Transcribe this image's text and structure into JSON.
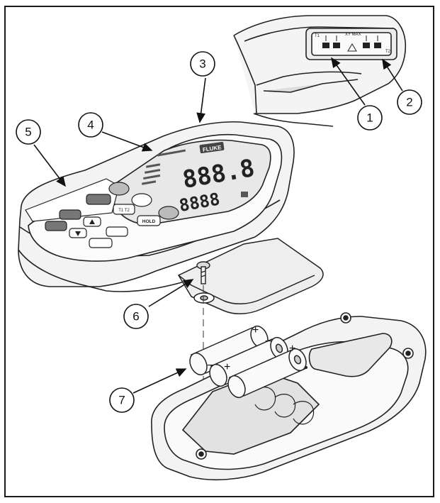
{
  "callouts": [
    {
      "id": "1",
      "label": "1"
    },
    {
      "id": "2",
      "label": "2"
    },
    {
      "id": "3",
      "label": "3"
    },
    {
      "id": "4",
      "label": "4"
    },
    {
      "id": "5",
      "label": "5"
    },
    {
      "id": "6",
      "label": "6"
    },
    {
      "id": "7",
      "label": "7"
    }
  ],
  "meter": {
    "brand": "FLUKE",
    "top_readout": "888.8",
    "bottom_readout": "8888",
    "buttons": {
      "hold": "HOLD",
      "t1t2": "T1 T2"
    },
    "port_labels": {
      "t1": "T1",
      "t2": "T2",
      "top": "XY MAX"
    }
  },
  "battery_polarity": {
    "plus": "+",
    "minus": "−"
  }
}
